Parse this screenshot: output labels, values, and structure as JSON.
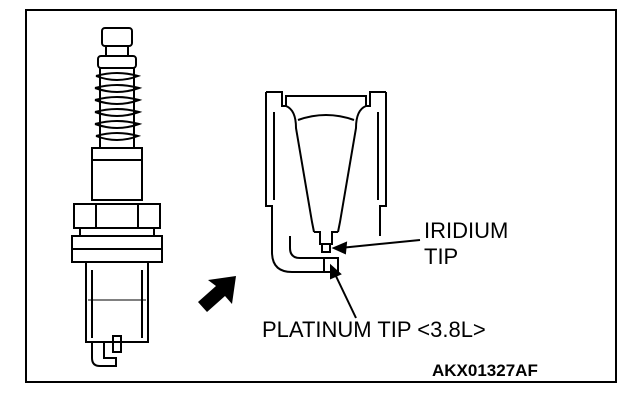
{
  "diagram": {
    "labels": {
      "iridium_line1": "IRIDIUM",
      "iridium_line2": "TIP",
      "platinum": "PLATINUM TIP <3.8L>"
    },
    "figure_code": "AKX01327AF"
  }
}
